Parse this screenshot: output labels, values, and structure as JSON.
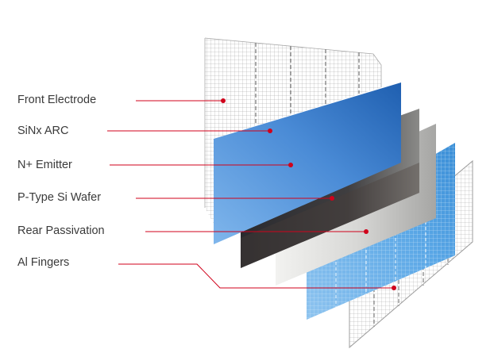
{
  "diagram": {
    "labels": {
      "front_electrode": "Front Electrode",
      "sinx_arc": "SiNx ARC",
      "n_emitter": "N+ Emitter",
      "p_type_wafer": "P-Type Si Wafer",
      "rear_passivation": "Rear Passivation",
      "al_fingers": "Al Fingers"
    },
    "colors": {
      "leader_line": "#d0021b",
      "label_text": "#3a3a3a",
      "front_electrode": "#ffffff",
      "sinx_arc_light": "#7fb6ec",
      "sinx_arc_dark": "#1f5fb0",
      "n_emitter_dark": "#2a2a2e",
      "n_emitter_light": "#8a8a88",
      "wafer_light": "#f2f2f0",
      "wafer_dark": "#a6a6a4",
      "rear_passivation_light": "#8fc4ef",
      "rear_passivation_dark": "#3a8ed6",
      "al_fingers": "#ffffff"
    }
  }
}
